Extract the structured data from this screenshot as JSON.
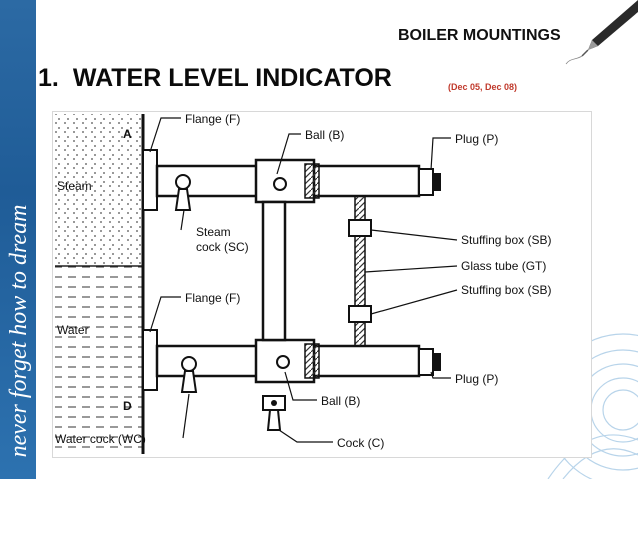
{
  "header": {
    "title": "BOILER MOUNTINGS"
  },
  "slide": {
    "number": "1.",
    "title": "WATER LEVEL INDICATOR",
    "reference": "(Dec 05, Dec 08)"
  },
  "side": {
    "slogan": "never forget how to dream"
  },
  "diagram": {
    "region_a": "A",
    "region_d": "D",
    "steam": "Steam",
    "water": "Water",
    "flange_top": "Flange (F)",
    "flange_bottom": "Flange (F)",
    "ball_top": "Ball (B)",
    "ball_bottom": "Ball (B)",
    "plug_top": "Plug (P)",
    "plug_bottom": "Plug (P)",
    "steam_cock_line1": "Steam",
    "steam_cock_line2": "cock (SC)",
    "stuffing_box_top": "Stuffing box (SB)",
    "glass_tube": "Glass tube (GT)",
    "stuffing_box_bottom": "Stuffing box (SB)",
    "water_cock": "Water cock (WC)",
    "cock": "Cock (C)"
  }
}
